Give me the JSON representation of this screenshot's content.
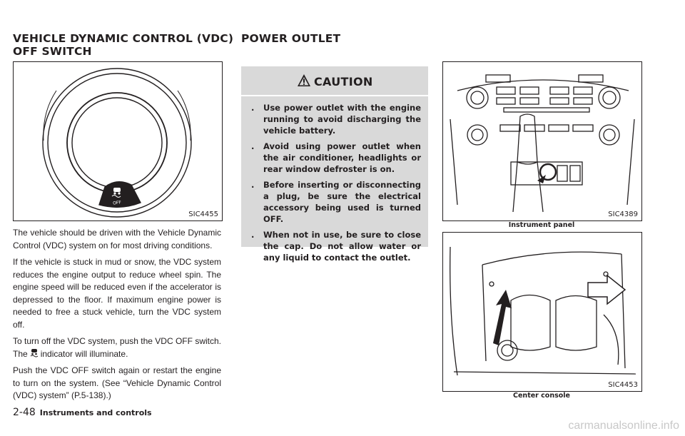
{
  "left_section": {
    "title_line1": "VEHICLE DYNAMIC CONTROL (VDC)",
    "title_line2": "OFF SWITCH",
    "figure_code": "SIC4455",
    "figure_switch_text": "OFF",
    "para1": "The vehicle should be driven with the Vehicle Dynamic Control (VDC) system on for most driving conditions.",
    "para2": "If the vehicle is stuck in mud or snow, the VDC system reduces the engine output to reduce wheel spin. The engine speed will be reduced even if the accelerator is depressed to the floor. If maximum engine power is needed to free a stuck vehicle, turn the VDC system off.",
    "para3_before": "To turn off the VDC system, push the VDC OFF switch. The",
    "para3_after": "indicator will illuminate.",
    "para4": "Push the VDC OFF switch again or restart the engine to turn on the system. (See “Vehicle Dynamic Control (VDC) system” (P.5-138).)"
  },
  "right_section": {
    "title": "POWER OUTLET",
    "caution_title": "CAUTION",
    "bullet_symbol": ".",
    "caution_items": [
      "Use power outlet with the engine running to avoid discharging the vehicle battery.",
      "Avoid using power outlet when the air conditioner, headlights or rear window defroster is on.",
      "Before inserting or disconnecting a plug, be sure the electrical accessory being used is turned OFF.",
      "When not in use, be sure to close the cap. Do not allow water or any liquid to contact the outlet."
    ],
    "figure1_code": "SIC4389",
    "figure1_caption": "Instrument panel",
    "figure2_code": "SIC4453",
    "figure2_caption": "Center console"
  },
  "footer": {
    "page_number": "2-48",
    "section": "Instruments and controls"
  },
  "watermark": "carmanualsonline.info",
  "colors": {
    "text": "#231f20",
    "caution_bg": "#d9d9d9"
  }
}
